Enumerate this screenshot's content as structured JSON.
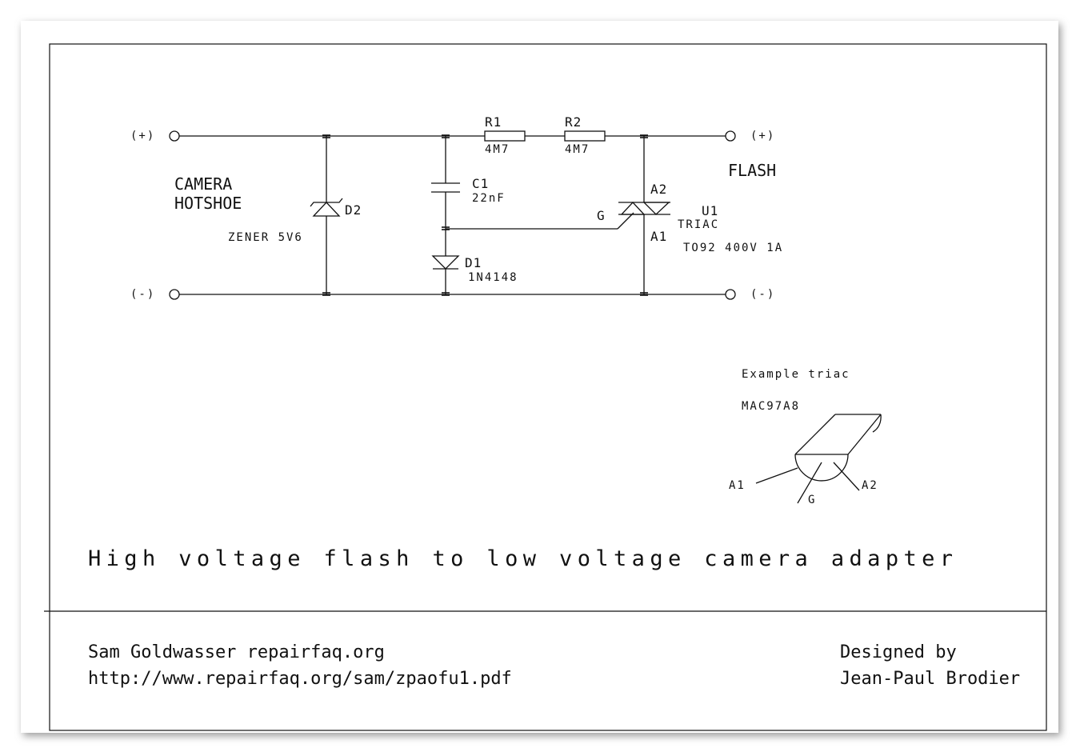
{
  "terminals": {
    "left_plus": "(+)",
    "left_minus": "(-)",
    "right_plus": "(+)",
    "right_minus": "(-)"
  },
  "labels": {
    "camera_line1": "CAMERA",
    "camera_line2": "HOTSHOE",
    "flash": "FLASH",
    "d2": "D2",
    "zener": "ZENER 5V6",
    "c1": "C1",
    "c1_value": "22nF",
    "d1": "D1",
    "d1_value": "1N4148",
    "r1": "R1",
    "r1_value": "4M7",
    "r2": "R2",
    "r2_value": "4M7",
    "a2": "A2",
    "a1": "A1",
    "g": "G",
    "u1": "U1",
    "u1_type": "TRIAC",
    "u1_spec": "TO92 400V 1A"
  },
  "example": {
    "heading": "Example triac",
    "part": "MAC97A8",
    "pin_a1": "A1",
    "pin_g": "G",
    "pin_a2": "A2"
  },
  "title": "High voltage flash to low voltage camera adapter",
  "footer": {
    "source_line1": "Sam Goldwasser repairfaq.org",
    "source_line2": "http://www.repairfaq.org/sam/zpaofu1.pdf",
    "designer_line1": "Designed by",
    "designer_line2": "Jean-Paul Brodier"
  },
  "colors": {
    "ink": "#111111",
    "paper": "#ffffff",
    "shadow": "#8a8a8a"
  }
}
